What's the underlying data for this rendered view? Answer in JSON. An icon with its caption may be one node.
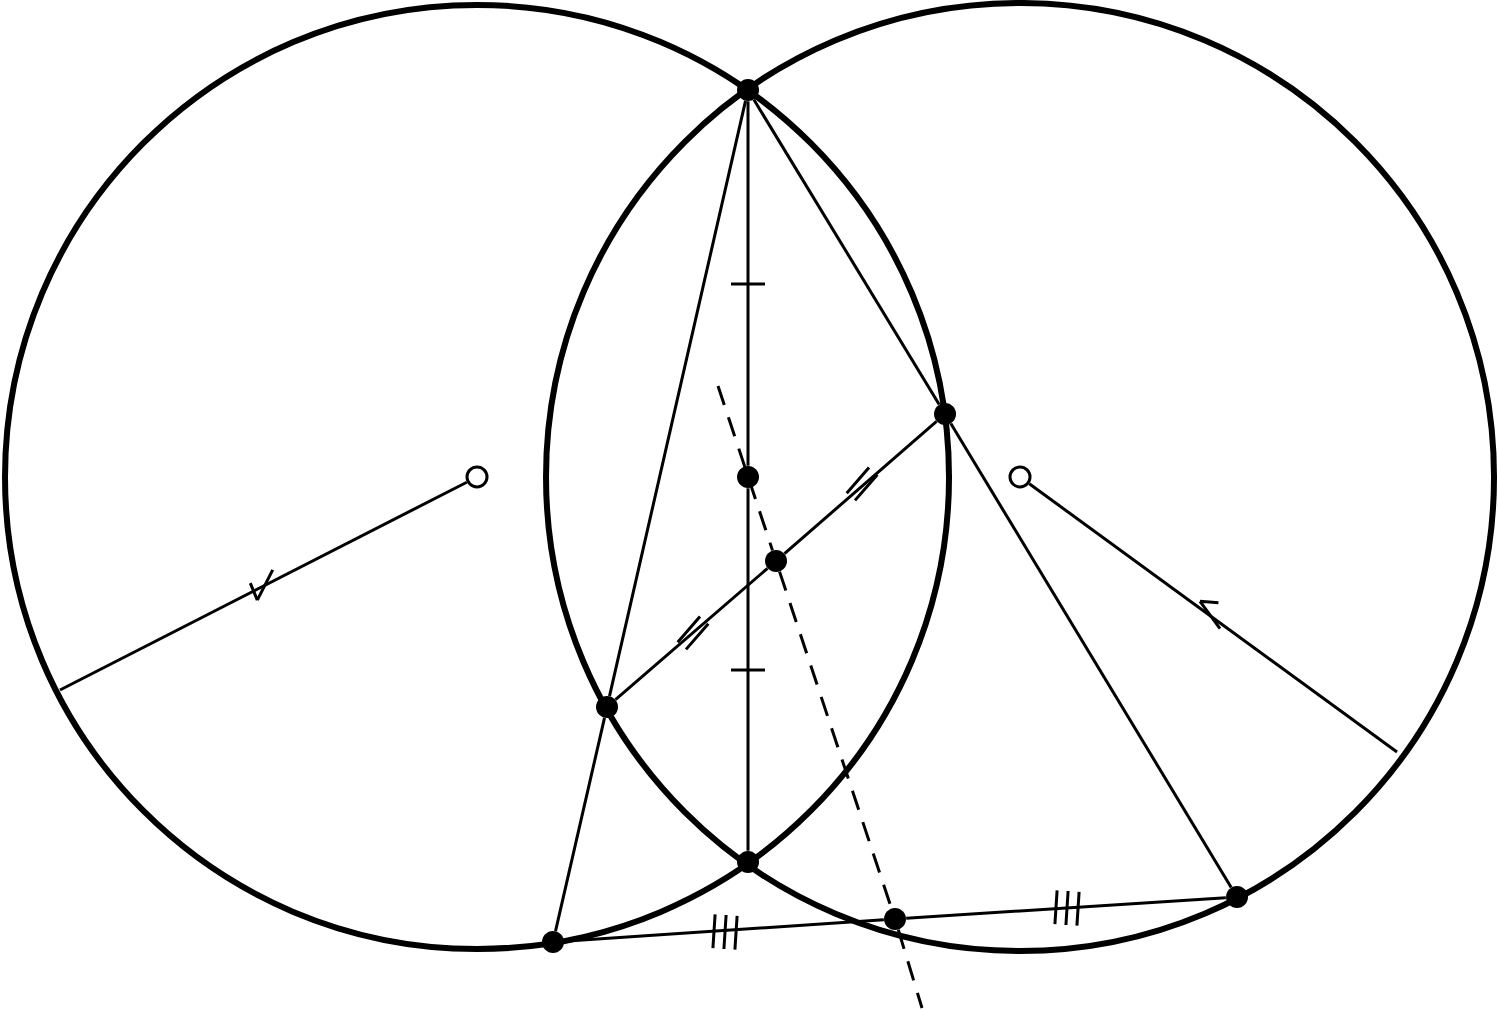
{
  "diagram": {
    "nodes": [
      {
        "text": [],
        "shape": "dot"
      },
      {
        "text": [],
        "shape": "dot"
      },
      {
        "text": [],
        "shape": "dot"
      },
      {
        "text": [],
        "shape": "dot"
      },
      {
        "text": [],
        "shape": "dot"
      },
      {
        "text": [],
        "shape": "dot"
      },
      {
        "text": [],
        "shape": "dot"
      },
      {
        "text": [],
        "shape": "dot"
      },
      {
        "text": [],
        "shape": "dot"
      },
      {
        "text": [],
        "shape": "circle"
      },
      {
        "text": [],
        "shape": "circle"
      }
    ],
    "edges": [
      {
        "from": 0,
        "to": 2,
        "arrow": "none"
      },
      {
        "from": 2,
        "to": 5,
        "arrow": "none"
      },
      {
        "from": 0,
        "to": 4,
        "arrow": "none"
      },
      {
        "from": 4,
        "to": 6,
        "arrow": "none"
      },
      {
        "from": 0,
        "to": 1,
        "arrow": "none"
      },
      {
        "from": 1,
        "to": 8,
        "arrow": "none"
      },
      {
        "from": 1,
        "to": 3,
        "arrow": "none"
      },
      {
        "from": 3,
        "to": 4,
        "arrow": "none"
      },
      {
        "from": 6,
        "to": 7,
        "arrow": "none"
      },
      {
        "from": 7,
        "to": 8,
        "arrow": "none"
      },
      {
        "from": 9,
        "to": null,
        "arrow": "none"
      },
      {
        "from": 10,
        "to": null,
        "arrow": "none"
      },
      {
        "from": 3,
        "to": 7,
        "arrow": "none",
        "style": "dashed"
      }
    ]
  }
}
